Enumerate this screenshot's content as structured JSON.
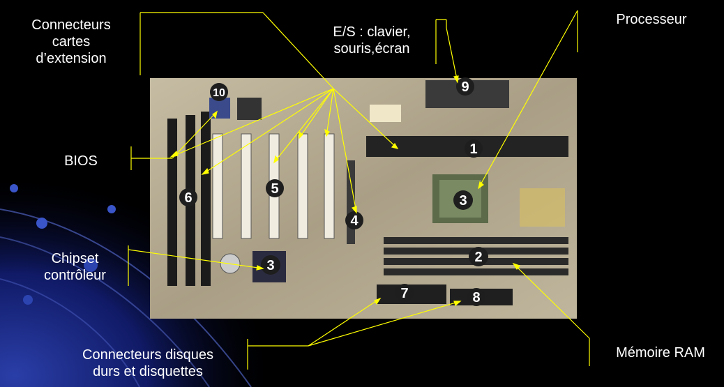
{
  "labels": {
    "extension_slots": [
      "Connecteurs",
      "cartes",
      "d’extension"
    ],
    "io": [
      "E/S : clavier,",
      "souris,écran"
    ],
    "processor": "Processeur",
    "bios": "BIOS",
    "chipset": [
      "Chipset",
      "contrôleur"
    ],
    "disks": [
      "Connecteurs disques",
      "durs et disquettes"
    ],
    "ram": "Mémoire RAM"
  },
  "markers": [
    "1",
    "2",
    "3",
    "3",
    "4",
    "5",
    "6",
    "7",
    "8",
    "9",
    "10"
  ],
  "colors": {
    "background": "#000000",
    "leader_line": "#ffff00",
    "board": "#b7ad95",
    "marker": "#1e1e1e"
  }
}
